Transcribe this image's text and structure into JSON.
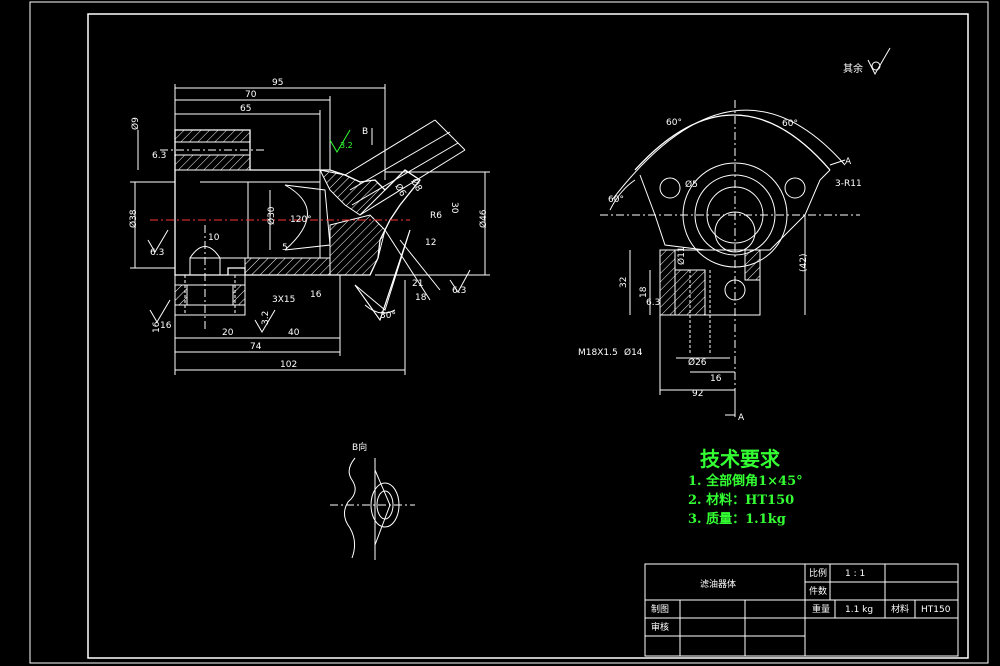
{
  "surface_roughness_note": "其余",
  "dimensions_main": {
    "d95": "95",
    "d70": "70",
    "d65": "65",
    "d102": "102",
    "d74": "74",
    "d20": "20",
    "d40": "40",
    "d3x15": "3X15",
    "d16a": "16",
    "d16b": "16",
    "d38": "Ø38",
    "d30": "Ø30",
    "d46": "Ø46",
    "d120": "120°",
    "d30deg": "30°",
    "r6": "R6",
    "d63a": "6.3",
    "d63b": "6.3",
    "d63c": "6.3",
    "d32": "3.2",
    "d5": "5",
    "d12": "12",
    "d18": "18",
    "d21": "21",
    "d30b": "30",
    "d1": "Ø9",
    "d6": "Ø6",
    "d8": "Ø8",
    "d10a": "16",
    "d10b": "10"
  },
  "dimensions_side": {
    "a60": "60°",
    "b60": "60°",
    "c60": "60°",
    "r11": "3-R11",
    "d5": "Ø5",
    "d32": "32",
    "d18": "18",
    "d11": "Ø11",
    "d42": "(42)",
    "d63": "6.3",
    "m18": "M18X1.5",
    "hole": "Ø14",
    "d26": "Ø26",
    "d16": "16",
    "d92": "92",
    "sectionA_top": "A",
    "sectionA_bottom": "A"
  },
  "view_b_label": "B向",
  "section_b_label": "B",
  "requirements": {
    "title": "技术要求",
    "items": [
      "1. 全部倒角1×45°",
      "2. 材料：HT150",
      "3. 质量：1.1kg"
    ]
  },
  "title_block": {
    "part_name": "滤油器体",
    "scale_label": "比例",
    "scale_value": "1 : 1",
    "count_label": "件数",
    "drawn_label": "制图",
    "check_label": "审核",
    "weight_label": "重量",
    "weight_value": "1.1 kg",
    "material_label": "材料",
    "material_value": "HT150"
  },
  "colors": {
    "border": "#ffffff",
    "text_green": "#33ff33",
    "center_red": "#ff3333",
    "accent_yellow": "#ffff00"
  }
}
